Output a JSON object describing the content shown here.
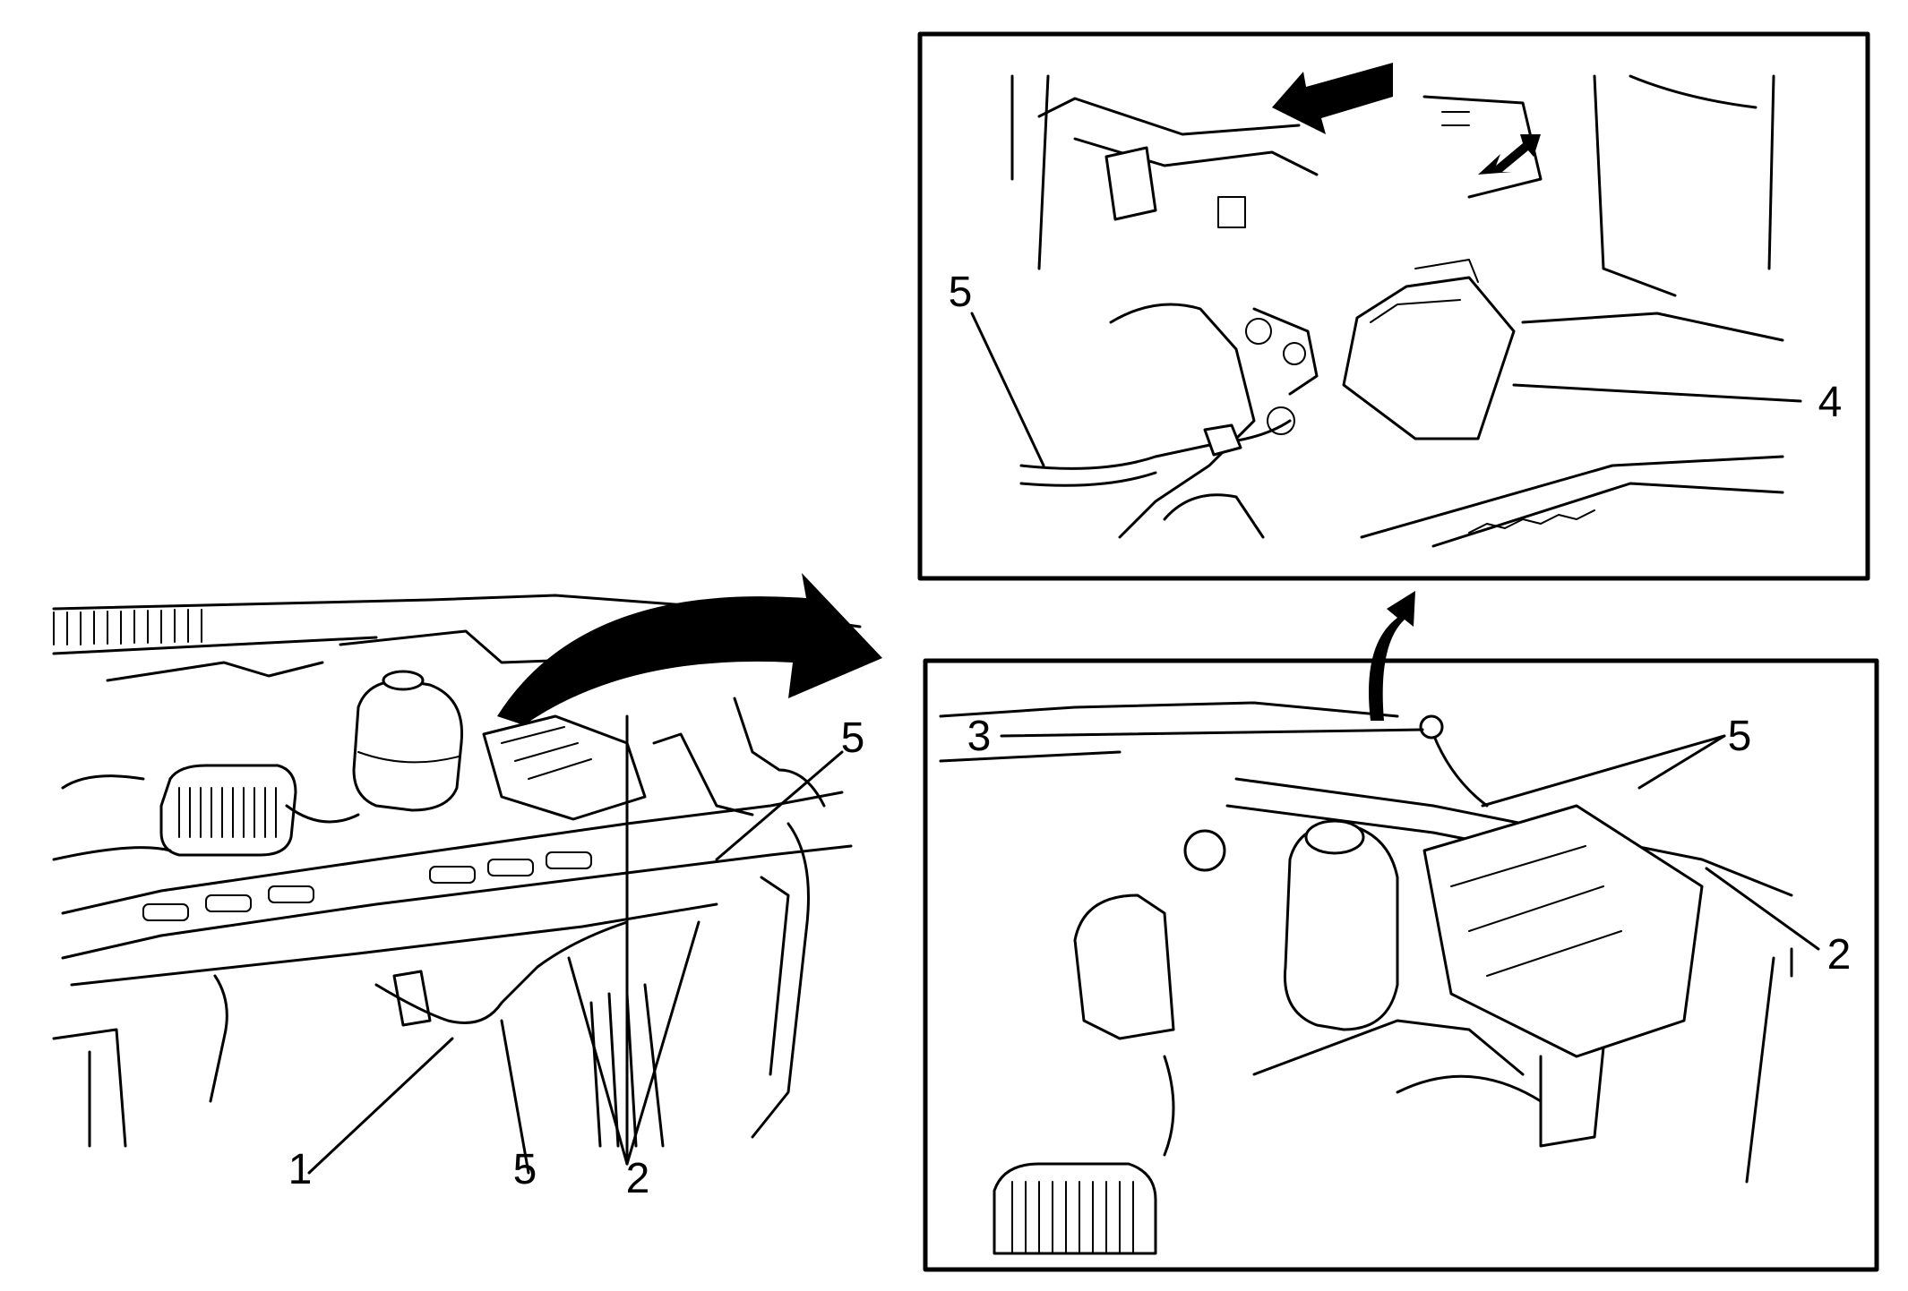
{
  "callouts": {
    "left": {
      "c1": "1",
      "c5a": "5",
      "c2": "2",
      "c5b": "5"
    },
    "top_inset": {
      "c5": "5",
      "c4": "4"
    },
    "bottom_inset": {
      "c3": "3",
      "c5": "5",
      "c2": "2"
    }
  },
  "colors": {
    "line": "#000000",
    "background": "#ffffff"
  }
}
